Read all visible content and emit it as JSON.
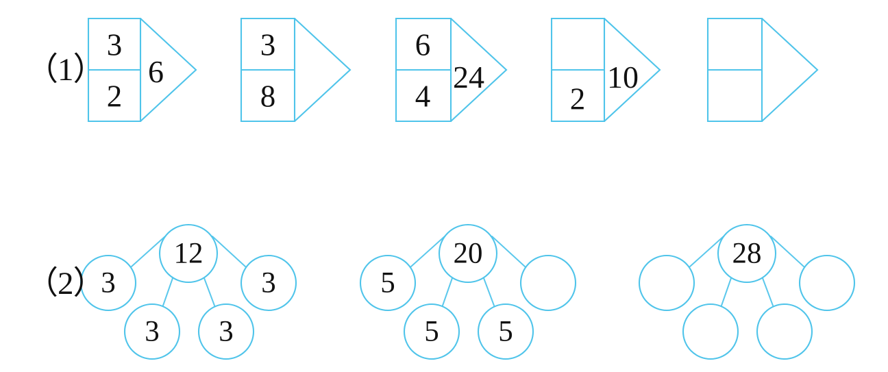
{
  "page": {
    "title": "Math practice worksheet",
    "background_color": "#ffffff",
    "stroke_color": "#4FC4EA",
    "text_color": "#111111"
  },
  "rows": [
    {
      "tag": "（1）",
      "type": "arrow-boxes",
      "description": "Rectangle split into top and bottom cells with a right-pointing triangle holding the result",
      "items": [
        {
          "top": "3",
          "bottom": "2",
          "result": "6"
        },
        {
          "top": "3",
          "bottom": "8",
          "result": ""
        },
        {
          "top": "6",
          "bottom": "4",
          "result": "24"
        },
        {
          "top": "",
          "bottom": "2",
          "result": "10"
        },
        {
          "top": "",
          "bottom": "",
          "result": ""
        }
      ]
    },
    {
      "tag": "（2）",
      "type": "number-clusters",
      "description": "Center circle connected by lines to four satellite circles: left, bottom-left, bottom-right, right",
      "items": [
        {
          "center": "12",
          "left": "3",
          "bottom_left": "3",
          "bottom_right": "3",
          "right": "3"
        },
        {
          "center": "20",
          "left": "5",
          "bottom_left": "5",
          "bottom_right": "5",
          "right": ""
        },
        {
          "center": "28",
          "left": "",
          "bottom_left": "",
          "bottom_right": "",
          "right": ""
        }
      ]
    }
  ]
}
